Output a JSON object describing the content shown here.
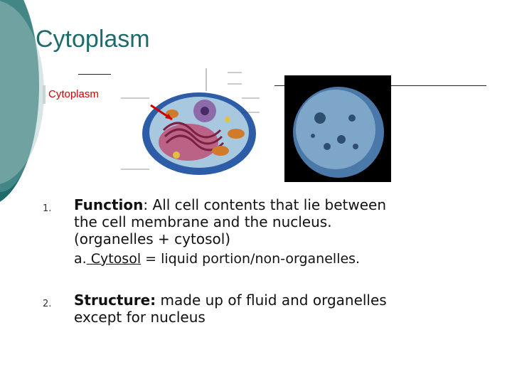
{
  "slide": {
    "title": "Cytoplasm",
    "figure_label": "Cytoplasm",
    "items": [
      {
        "number": "1.",
        "lead": "Function",
        "colon": ":",
        "text_line1": "  All cell contents that lie between",
        "text_line2": "the  cell membrane and the nucleus.",
        "text_line3": "(organelles + cytosol)",
        "sub_prefix": "a.",
        "sub_term": " Cytosol",
        "sub_rest": " = liquid portion/non-organelles."
      },
      {
        "number": "2.",
        "lead": "Structure:",
        "text_line1": " made up of fluid and organelles",
        "text_line2": "except for nucleus"
      }
    ]
  },
  "colors": {
    "teal_dark": "#1f6a6a",
    "teal_mid": "#5b9a9a",
    "label_red": "#cc0000",
    "cell_blue": "#2e5da8"
  }
}
